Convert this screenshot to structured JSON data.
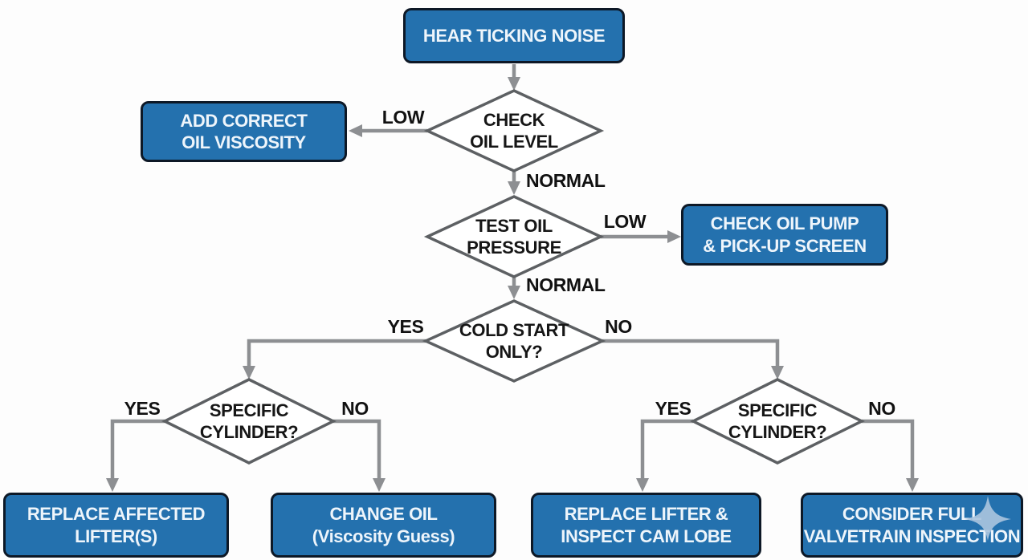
{
  "diagram": {
    "type": "flowchart"
  },
  "colors": {
    "background": "#fdfdfd",
    "action_fill": "#2471ae",
    "action_border": "#0d1826",
    "action_text": "#eef5fb",
    "decision_fill": "#ffffff",
    "decision_border": "#5d6063",
    "decision_text": "#161616",
    "connector": "#8d8f92",
    "edge_label_text": "#111111",
    "watermark": "#a9c3dd"
  },
  "nodes": {
    "start": {
      "line1": "HEAR TICKING NOISE"
    },
    "add_correct_oil": {
      "line1": "ADD CORRECT",
      "line2": "OIL VISCOSITY"
    },
    "check_oil_pump": {
      "line1": "CHECK OIL PUMP",
      "line2": "& PICK-UP SCREEN"
    },
    "replace_affected_lifters": {
      "line1": "REPLACE AFFECTED",
      "line2": "LIFTER(S)"
    },
    "change_oil": {
      "line1": "CHANGE OIL",
      "line2": "(Viscosity Guess)"
    },
    "replace_lifter_inspect_cam": {
      "line1": "REPLACE LIFTER &",
      "line2": "INSPECT CAM LOBE"
    },
    "consider_full_valvetrain": {
      "line1": "CONSIDER FULL",
      "line2": "VALVETRAIN INSPECTION"
    }
  },
  "decisions": {
    "check_oil_level": {
      "line1": "CHECK",
      "line2": "OIL LEVEL"
    },
    "test_oil_pressure": {
      "line1": "TEST OIL",
      "line2": "PRESSURE"
    },
    "cold_start_only": {
      "line1": "COLD START",
      "line2": "ONLY?"
    },
    "specific_cylinder_left": {
      "line1": "SPECIFIC",
      "line2": "CYLINDER?"
    },
    "specific_cylinder_right": {
      "line1": "SPECIFIC",
      "line2": "CYLINDER?"
    }
  },
  "edge_labels": {
    "oil_level_low": "LOW",
    "oil_level_normal": "NORMAL",
    "oil_pressure_low": "LOW",
    "oil_pressure_normal": "NORMAL",
    "cold_start_yes": "YES",
    "cold_start_no": "NO",
    "left_cylinder_yes": "YES",
    "left_cylinder_no": "NO",
    "right_cylinder_yes": "YES",
    "right_cylinder_no": "NO"
  },
  "icons": {
    "watermark": "sparkle-icon"
  }
}
